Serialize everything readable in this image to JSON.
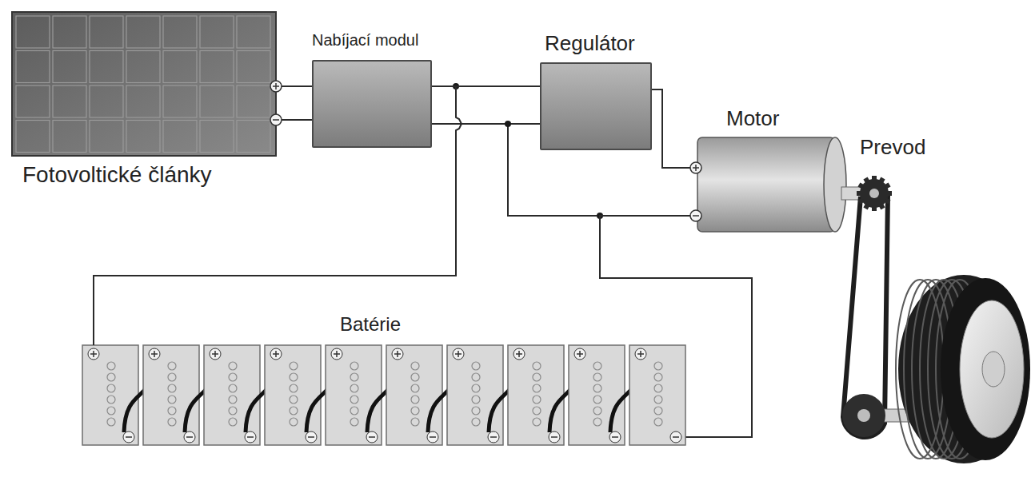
{
  "diagram": {
    "nodes": [
      {
        "text": [
          "Fotovoltické články"
        ]
      },
      {
        "text": [
          "Nabíjací modul"
        ]
      },
      {
        "text": [
          "Regulátor"
        ]
      },
      {
        "text": [
          "Motor"
        ]
      },
      {
        "text": [
          "Batérie"
        ]
      }
    ],
    "edges": [
      {
        "from": 0,
        "to": 1,
        "arrow": "none"
      },
      {
        "from": 1,
        "to": 2,
        "arrow": "none"
      },
      {
        "from": 2,
        "to": 3,
        "arrow": "none"
      },
      {
        "from": 4,
        "to": 1,
        "arrow": "none"
      },
      {
        "from": 3,
        "to": 4,
        "arrow": "none"
      }
    ],
    "labels": [
      "Prevod"
    ]
  }
}
